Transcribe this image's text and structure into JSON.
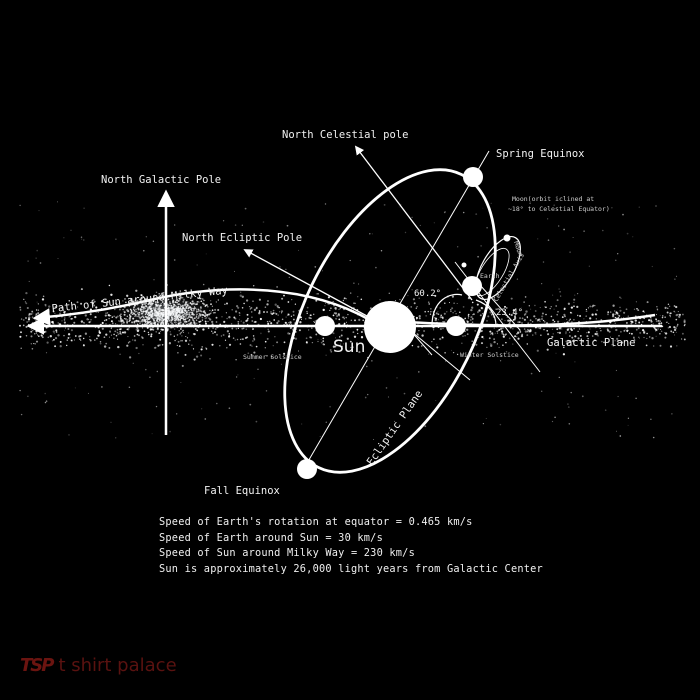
{
  "labels": {
    "north_celestial_pole": "North Celestial pole",
    "spring_equinox": "Spring Equinox",
    "north_galactic_pole": "North Galactic Pole",
    "north_ecliptic_pole": "North Ecliptic Pole",
    "moon_orbit_line1": "Moon(orbit iclined at",
    "moon_orbit_line2": "~18° to Celestial Equator)",
    "moon": "Moon",
    "earth": "Earth",
    "celestial_axis": "Celestial Axis",
    "path_of_sun": "Path of Sun around Milky Way",
    "angle_60": "60.2°",
    "angle_23": "23.4°",
    "sun": "Sun",
    "summer_solstice": "Summer Solstice",
    "winter_solstice": "Winter Solstice",
    "galactic_plane": "Galactic Plane",
    "ecliptic_plane": "Ecliptic Plane",
    "fall_equinox": "Fall Equinox"
  },
  "facts": [
    "Speed of Earth's rotation at equator = 0.465 km/s",
    "Speed of Earth around Sun = 30 km/s",
    "Speed of Sun around Milky Way = 230 km/s",
    "Sun is approximately 26,000 light years from Galactic Center"
  ],
  "logo": {
    "mark": "TSP",
    "text": "t shirt palace"
  },
  "colors": {
    "background": "#000000",
    "foreground": "#ffffff",
    "logo": "#5a1210"
  }
}
